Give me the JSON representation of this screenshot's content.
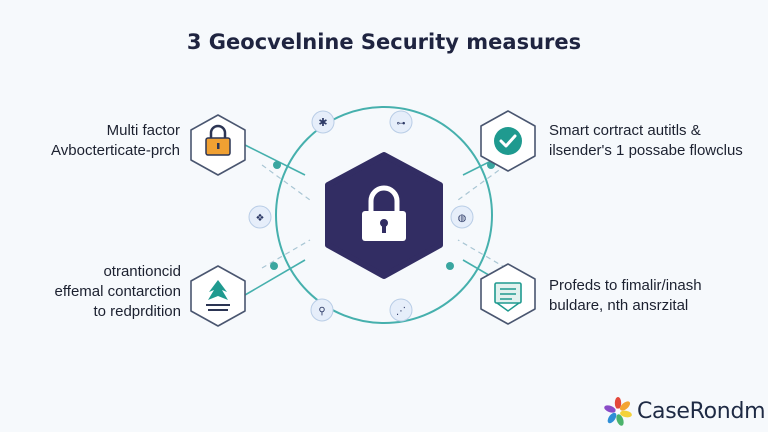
{
  "title": "3 Geocvelnine Security measures",
  "labels": {
    "top_left": [
      "Multi factor",
      "Avbocterticate-prch"
    ],
    "top_right": [
      "Smart cortract autitls &",
      "ilsender's 1 possabe flowclus"
    ],
    "bottom_left": [
      "otrantioncid",
      "effemal contarction",
      "to redprdition"
    ],
    "bottom_right": [
      "Profeds to fimalir/inash",
      "buldare, nth ansrzital"
    ]
  },
  "brand": {
    "name": "CaseRondm"
  },
  "colors": {
    "teal": "#46b0ad",
    "navy": "#322d63",
    "orange": "#f0a032",
    "check_teal": "#1f9a8f",
    "node_fill": "#e6eefa"
  },
  "icons": {
    "center": "padlock-icon",
    "top_left": "padlock-icon",
    "top_right": "checkmark-icon",
    "bottom_left": "tree-icon",
    "bottom_right": "document-icon"
  }
}
